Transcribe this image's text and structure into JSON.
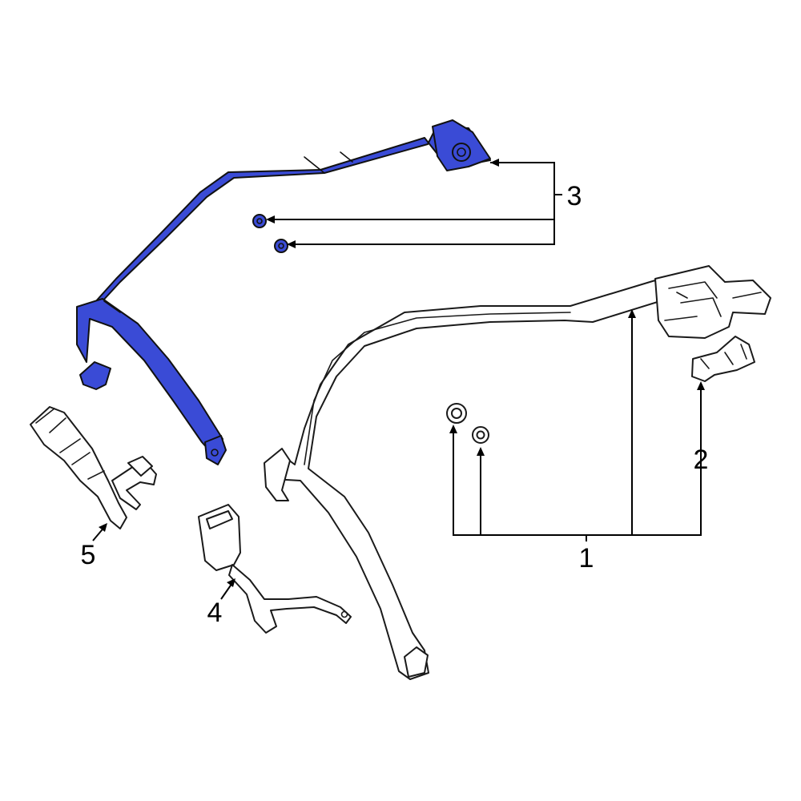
{
  "colors": {
    "highlight": "#3a4bd6",
    "outline": "#1a1a1a",
    "background": "#ffffff"
  },
  "callouts": {
    "c1": "1",
    "c2": "2",
    "c3": "3",
    "c4": "4",
    "c5": "5"
  }
}
